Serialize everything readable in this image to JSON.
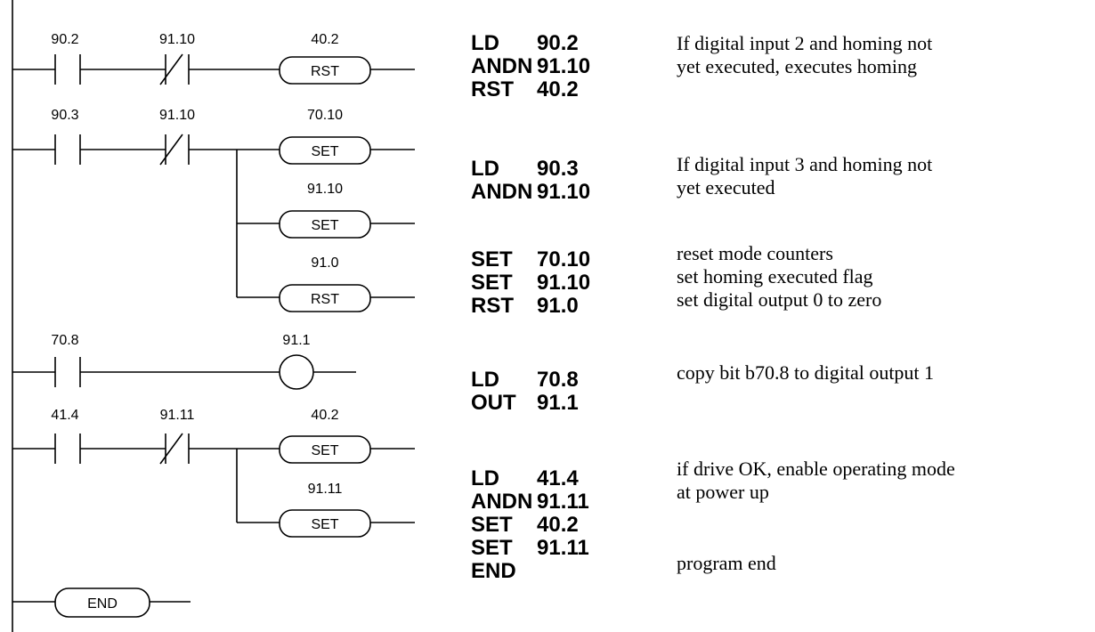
{
  "rungs": [
    {
      "contacts": [
        {
          "type": "NO",
          "address": "90.2"
        },
        {
          "type": "NC",
          "address": "91.10"
        }
      ],
      "coils": [
        {
          "address": "40.2",
          "instruction": "RST"
        }
      ]
    },
    {
      "contacts": [
        {
          "type": "NO",
          "address": "90.3"
        },
        {
          "type": "NC",
          "address": "91.10"
        }
      ],
      "coils": [
        {
          "address": "70.10",
          "instruction": "SET"
        },
        {
          "address": "91.10",
          "instruction": "SET"
        },
        {
          "address": "91.0",
          "instruction": "RST"
        }
      ]
    },
    {
      "contacts": [
        {
          "type": "NO",
          "address": "70.8"
        }
      ],
      "coils": [
        {
          "address": "91.1",
          "instruction": ""
        }
      ]
    },
    {
      "contacts": [
        {
          "type": "NO",
          "address": "41.4"
        },
        {
          "type": "NC",
          "address": "91.11"
        }
      ],
      "coils": [
        {
          "address": "40.2",
          "instruction": "SET"
        },
        {
          "address": "91.11",
          "instruction": "SET"
        }
      ]
    },
    {
      "contacts": [],
      "coils": [
        {
          "address": "",
          "instruction": "END"
        }
      ]
    }
  ],
  "instruction_list": [
    {
      "op": "LD",
      "arg": "90.2"
    },
    {
      "op": "ANDN",
      "arg": "91.10"
    },
    {
      "op": "RST",
      "arg": "40.2"
    },
    {
      "op": "LD",
      "arg": "90.3"
    },
    {
      "op": "ANDN",
      "arg": "91.10"
    },
    {
      "op": "SET",
      "arg": "70.10"
    },
    {
      "op": "SET",
      "arg": "91.10"
    },
    {
      "op": "RST",
      "arg": "91.0"
    },
    {
      "op": "LD",
      "arg": "70.8"
    },
    {
      "op": "OUT",
      "arg": "91.1"
    },
    {
      "op": "LD",
      "arg": "41.4"
    },
    {
      "op": "ANDN",
      "arg": "91.11"
    },
    {
      "op": "SET",
      "arg": "40.2"
    },
    {
      "op": "SET",
      "arg": "91.11"
    },
    {
      "op": "END",
      "arg": ""
    }
  ],
  "comments": [
    "If digital input 2 and homing not",
    "yet executed, executes homing",
    "If digital input 3 and homing not",
    "yet executed",
    "reset mode counters",
    "set homing executed flag",
    "set digital output 0 to zero",
    "copy bit b70.8 to digital output 1",
    "if drive OK, enable operating mode",
    "at power up",
    "program end"
  ]
}
